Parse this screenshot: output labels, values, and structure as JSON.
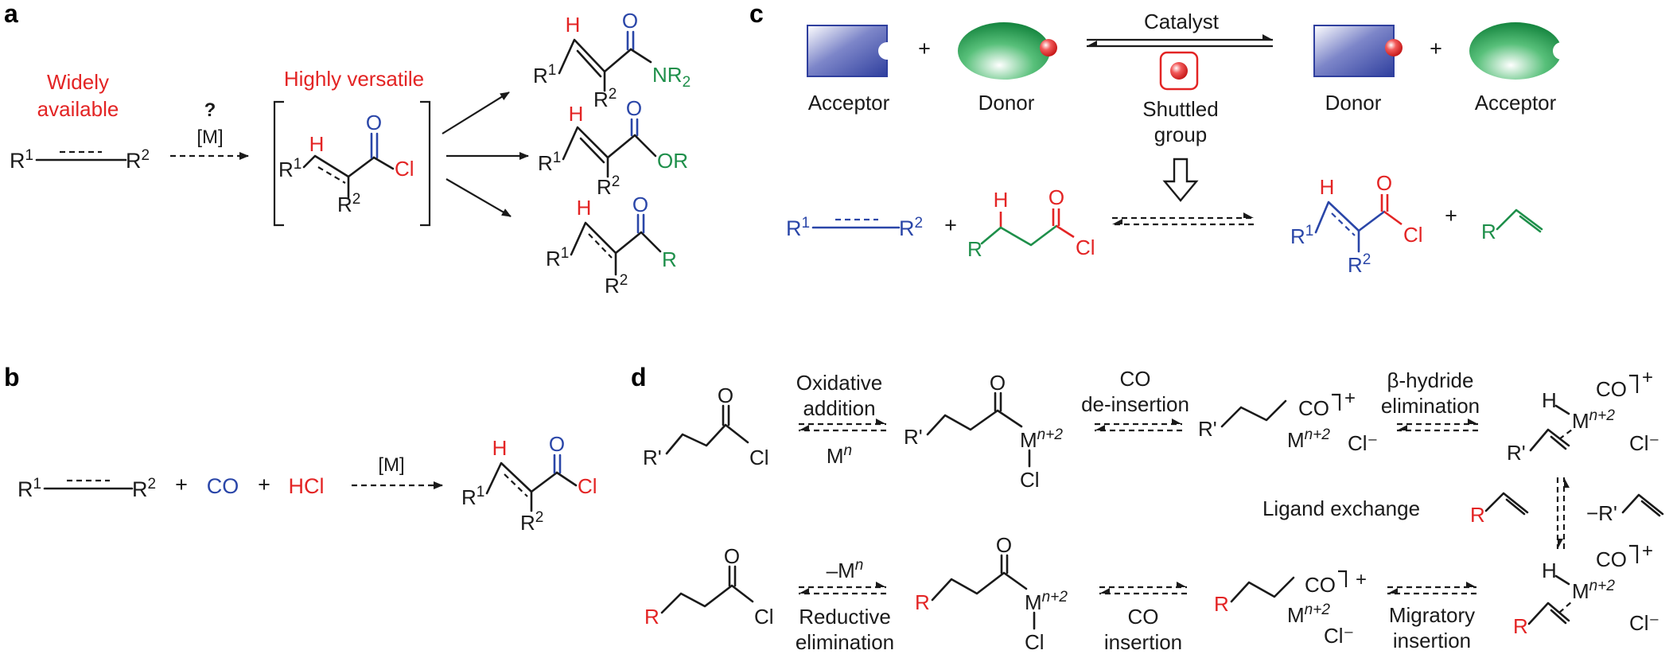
{
  "panels": {
    "a": "a",
    "b": "b",
    "c": "c",
    "d": "d"
  },
  "panel_a": {
    "widely_available": [
      "Widely",
      "available"
    ],
    "highly_versatile": "Highly versatile",
    "question": "?",
    "metal": "[M]",
    "substituent_R": "R",
    "superscript_1": "1",
    "superscript_2": "2",
    "H": "H",
    "O": "O",
    "Cl": "Cl",
    "NR": "NR",
    "OR": "OR"
  },
  "panel_b": {
    "plus": "+",
    "CO": "CO",
    "HCl": "HCl",
    "metal": "[M]"
  },
  "panel_c": {
    "catalyst": "Catalyst",
    "acceptor": "Acceptor",
    "donor": "Donor",
    "shuttled_group": [
      "Shuttled",
      "group"
    ],
    "plus": "+",
    "colors": {
      "block": "#2f3f9e",
      "ellipse": "#1e9a4a",
      "ball": "#e32424"
    }
  },
  "panel_d": {
    "oxidative_addition": [
      "Oxidative",
      "addition"
    ],
    "M": "M",
    "n": "n",
    "n_plus_2": "n+2",
    "co_deinsertion": [
      "CO",
      "de-insertion"
    ],
    "beta_hydride": [
      "β-hydride",
      "elimination"
    ],
    "ligand_exchange": "Ligand exchange",
    "minus_R_prime": "−R'",
    "minus_M": "–M",
    "reductive_elimination": [
      "Reductive",
      "elimination"
    ],
    "co_insertion": [
      "CO",
      "insertion"
    ],
    "migratory_insertion": [
      "Migratory",
      "insertion"
    ],
    "R_prime": "R'",
    "R": "R",
    "Cl": "Cl",
    "Cl_minus": "Cl⁻",
    "CO": "CO",
    "O": "O",
    "H": "H",
    "plus_charge": "+"
  }
}
